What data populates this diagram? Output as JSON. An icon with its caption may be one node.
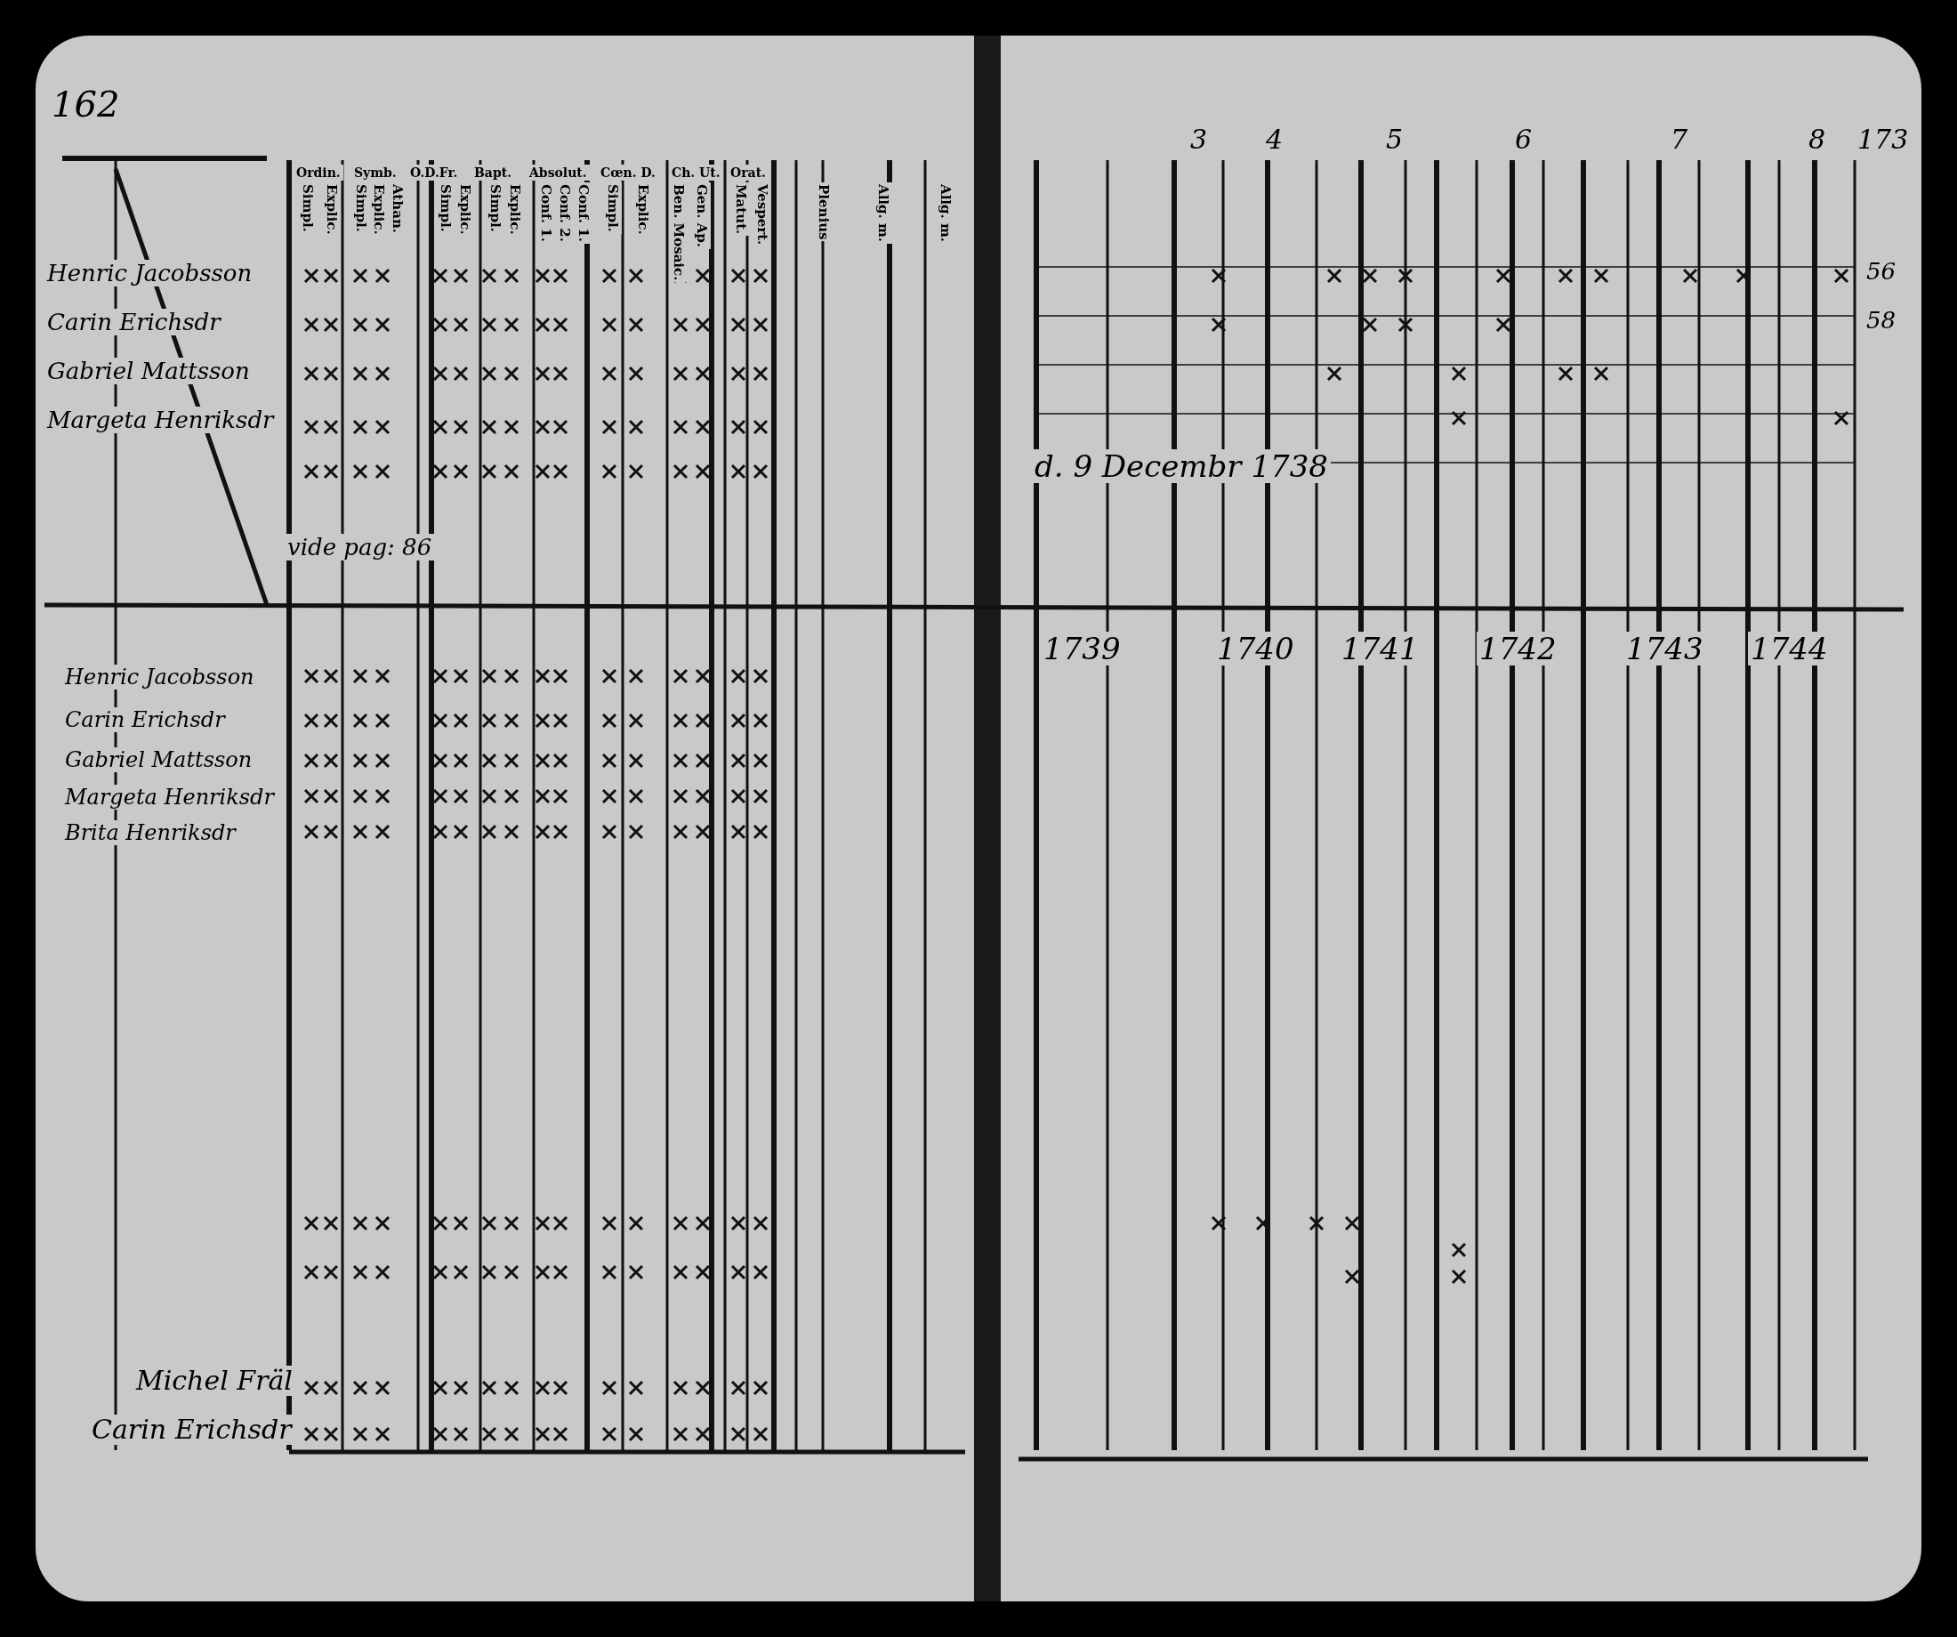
{
  "diagram": {
    "labels": [
      "162",
      "3",
      "4",
      "5",
      "6",
      "7",
      "8",
      "173",
      "Ordin.",
      "Symb.",
      "O.D.Fr.",
      "Bapt.",
      "Absolut.",
      "Cœn. D.",
      "Ch. Ut.",
      "Orat.",
      "Simpl.",
      "Explic.",
      "Simpl.",
      "Explic.",
      "Athan.",
      "Simpl.",
      "Explic.",
      "Simpl.",
      "Explic.",
      "Conf. 1.",
      "Conf. 2.",
      "Conf. 1.",
      "Simpl.",
      "Explic.",
      "Ben. Mosaic.",
      "Gen. Ap.",
      "Matut.",
      "Vespert.",
      "Plenius",
      "Allg. m.",
      "Allg. m.",
      "Henric Jacobsson",
      "Carin Erichsdr",
      "Gabriel Mattsson",
      "Margeta Henriksdr",
      "56",
      "58",
      "d. 9 Decembr 1738",
      "vide pag: 86",
      "1739",
      "1740",
      "1741",
      "1742",
      "1743",
      "1744",
      "Henric Jacobsson",
      "Carin Erichsdr",
      "Gabriel Mattsson",
      "Margeta Henriksdr",
      "Brita Henriksdr",
      "Michel Fräl",
      "Carin Erichsdr"
    ]
  }
}
